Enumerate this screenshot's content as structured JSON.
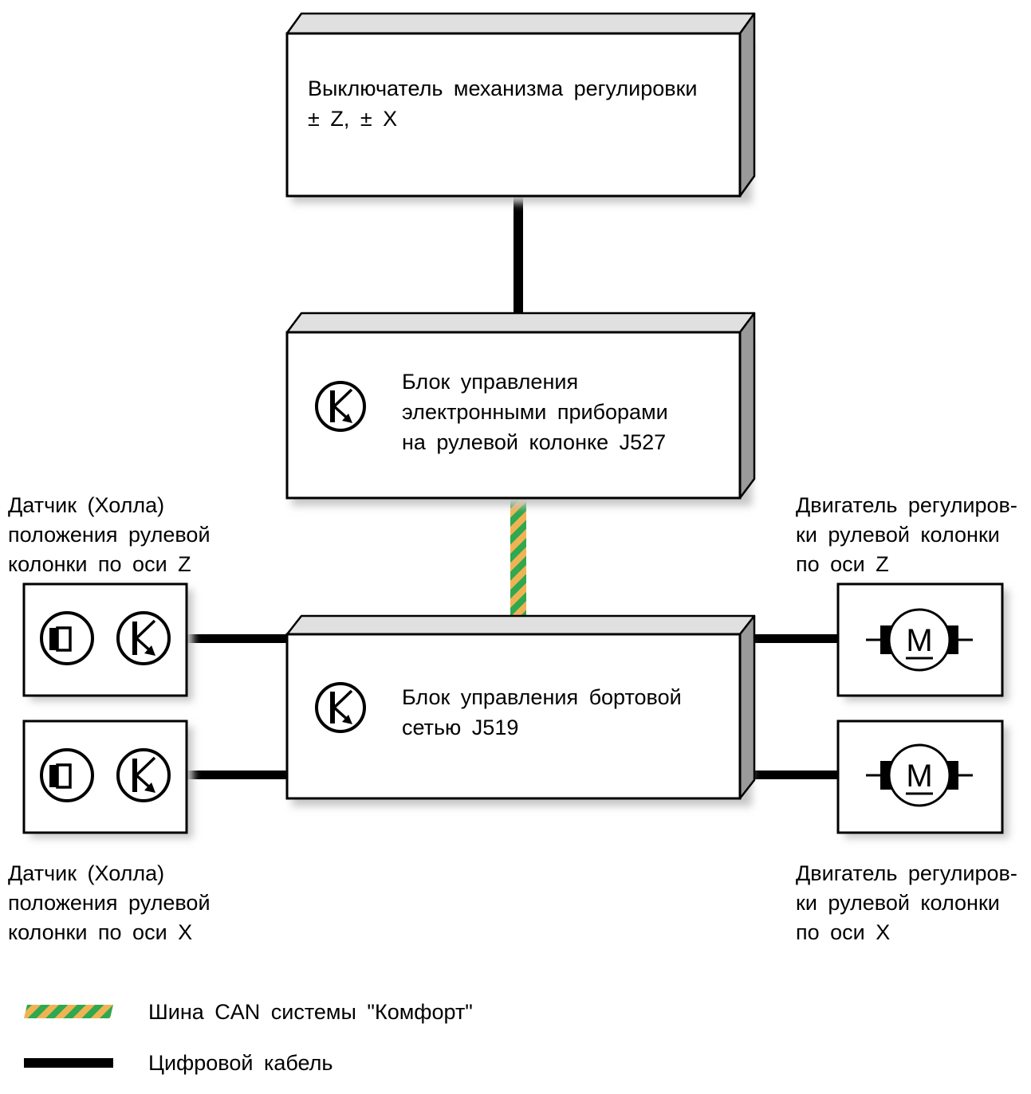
{
  "switch_box": {
    "lines": [
      "Выключатель механизма регулировки",
      "± Z, ± X"
    ]
  },
  "j527_box": {
    "lines": [
      "Блок управления",
      "электронными приборами",
      "на рулевой колонке J527"
    ]
  },
  "j519_box": {
    "lines": [
      "Блок управления бортовой",
      "сетью J519"
    ]
  },
  "sensor_z_label": {
    "lines": [
      "Датчик (Холла)",
      "положения рулевой",
      "колонки по оси Z"
    ]
  },
  "sensor_x_label": {
    "lines": [
      "Датчик (Холла)",
      "положения рулевой",
      "колонки по оси X"
    ]
  },
  "motor_z_label": {
    "lines": [
      "Двигатель регулиров-",
      "ки рулевой колонки",
      "по оси Z"
    ]
  },
  "motor_x_label": {
    "lines": [
      "Двигатель регулиров-",
      "ки рулевой колонки",
      "по оси X"
    ]
  },
  "motor_symbol_letter": "M",
  "legend": [
    {
      "kind": "can-bus",
      "label": "Шина CAN системы \"Комфорт\""
    },
    {
      "kind": "digital-cable",
      "label": "Цифровой кабель"
    }
  ],
  "colors": {
    "can_green": "#2fa84f",
    "can_yellow": "#f0b354",
    "cable": "#000000",
    "box_side": "#9a9a9a",
    "box_top": "#e0e0e0",
    "shadow": "#c8c8c8"
  },
  "icons": [
    "transistor-icon",
    "hall-sensor-icon",
    "motor-icon"
  ]
}
